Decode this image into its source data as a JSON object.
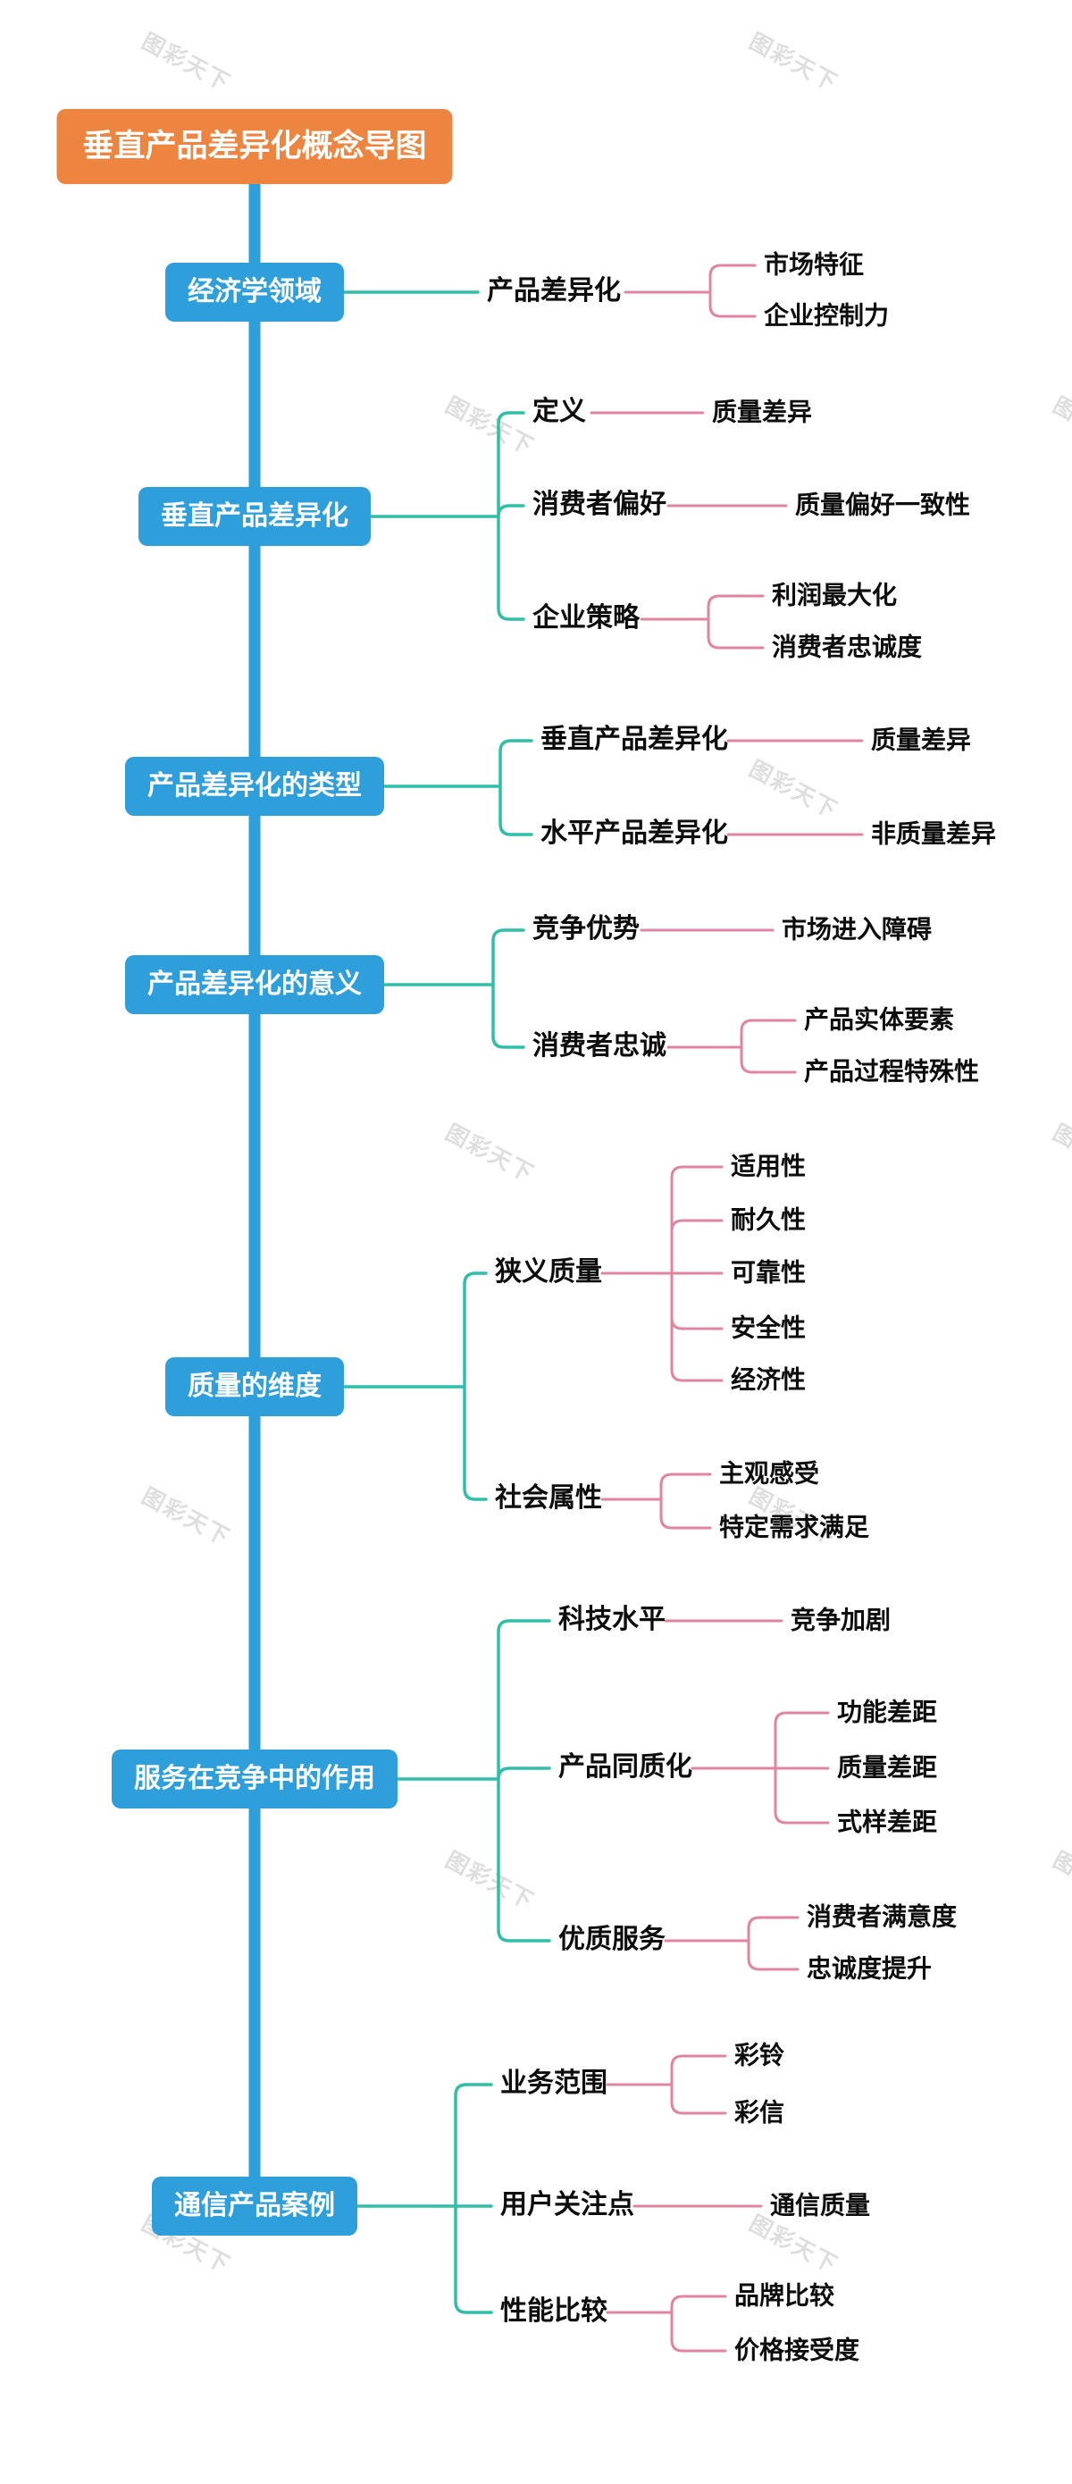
{
  "watermark": {
    "text": "图彩天下"
  },
  "colors": {
    "root_bg": "#ED8540",
    "node_bg": "#2E9FDB",
    "trunk": "#2E9FDB",
    "level1_line": "#2FBFA7",
    "level2_line": "#E2839F",
    "node_text": "#FFFFFF",
    "label_text": "#0D0D0D",
    "watermark_text": "#DEDEDE"
  },
  "root": {
    "label": "垂直产品差异化概念导图"
  },
  "branches": [
    {
      "label": "经济学领域",
      "children": [
        {
          "label": "产品差异化",
          "children": [
            {
              "label": "市场特征"
            },
            {
              "label": "企业控制力"
            }
          ]
        }
      ]
    },
    {
      "label": "垂直产品差异化",
      "children": [
        {
          "label": "定义",
          "children": [
            {
              "label": "质量差异"
            }
          ]
        },
        {
          "label": "消费者偏好",
          "children": [
            {
              "label": "质量偏好一致性"
            }
          ]
        },
        {
          "label": "企业策略",
          "children": [
            {
              "label": "利润最大化"
            },
            {
              "label": "消费者忠诚度"
            }
          ]
        }
      ]
    },
    {
      "label": "产品差异化的类型",
      "children": [
        {
          "label": "垂直产品差异化",
          "children": [
            {
              "label": "质量差异"
            }
          ]
        },
        {
          "label": "水平产品差异化",
          "children": [
            {
              "label": "非质量差异"
            }
          ]
        }
      ]
    },
    {
      "label": "产品差异化的意义",
      "children": [
        {
          "label": "竞争优势",
          "children": [
            {
              "label": "市场进入障碍"
            }
          ]
        },
        {
          "label": "消费者忠诚",
          "children": [
            {
              "label": "产品实体要素"
            },
            {
              "label": "产品过程特殊性"
            }
          ]
        }
      ]
    },
    {
      "label": "质量的维度",
      "children": [
        {
          "label": "狭义质量",
          "children": [
            {
              "label": "适用性"
            },
            {
              "label": "耐久性"
            },
            {
              "label": "可靠性"
            },
            {
              "label": "安全性"
            },
            {
              "label": "经济性"
            }
          ]
        },
        {
          "label": "社会属性",
          "children": [
            {
              "label": "主观感受"
            },
            {
              "label": "特定需求满足"
            }
          ]
        }
      ]
    },
    {
      "label": "服务在竞争中的作用",
      "children": [
        {
          "label": "科技水平",
          "children": [
            {
              "label": "竞争加剧"
            }
          ]
        },
        {
          "label": "产品同质化",
          "children": [
            {
              "label": "功能差距"
            },
            {
              "label": "质量差距"
            },
            {
              "label": "式样差距"
            }
          ]
        },
        {
          "label": "优质服务",
          "children": [
            {
              "label": "消费者满意度"
            },
            {
              "label": "忠诚度提升"
            }
          ]
        }
      ]
    },
    {
      "label": "通信产品案例",
      "children": [
        {
          "label": "业务范围",
          "children": [
            {
              "label": "彩铃"
            },
            {
              "label": "彩信"
            }
          ]
        },
        {
          "label": "用户关注点",
          "children": [
            {
              "label": "通信质量"
            }
          ]
        },
        {
          "label": "性能比较",
          "children": [
            {
              "label": "品牌比较"
            },
            {
              "label": "价格接受度"
            }
          ]
        }
      ]
    }
  ]
}
